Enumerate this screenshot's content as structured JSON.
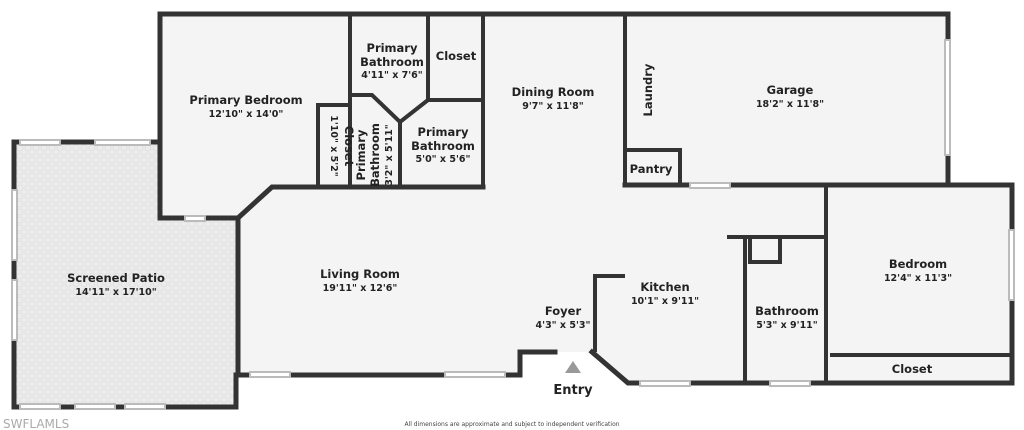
{
  "rooms": {
    "primary_bedroom": {
      "name": "Primary Bedroom",
      "dims": "12'10\" x 14'0\""
    },
    "primary_bathroom_1": {
      "name": "Primary Bathroom",
      "dims": "4'11\" x 7'6\""
    },
    "closet_top": {
      "name": "Closet"
    },
    "closet_small": {
      "name": "Closet",
      "dims": "1'10\" x 5'2\""
    },
    "primary_bathroom_2": {
      "name": "Primary Bathroom",
      "dims": "3'2\" x 5'11\""
    },
    "primary_bathroom_3": {
      "name": "Primary Bathroom",
      "dims": "5'0\" x 5'6\""
    },
    "dining_room": {
      "name": "Dining Room",
      "dims": "9'7\" x 11'8\""
    },
    "laundry": {
      "name": "Laundry"
    },
    "garage": {
      "name": "Garage",
      "dims": "18'2\" x 11'8\""
    },
    "pantry": {
      "name": "Pantry"
    },
    "screened_patio": {
      "name": "Screened Patio",
      "dims": "14'11\" x 17'10\""
    },
    "living_room": {
      "name": "Living Room",
      "dims": "19'11\" x 12'6\""
    },
    "foyer": {
      "name": "Foyer",
      "dims": "4'3\" x 5'3\""
    },
    "kitchen": {
      "name": "Kitchen",
      "dims": "10'1\" x 9'11\""
    },
    "bathroom": {
      "name": "Bathroom",
      "dims": "5'3\" x 9'11\""
    },
    "bedroom": {
      "name": "Bedroom",
      "dims": "12'4\" x 11'3\""
    },
    "closet_bedroom": {
      "name": "Closet"
    }
  },
  "entry_label": "Entry",
  "disclaimer": "All dimensions are approximate and subject to independent verification",
  "watermark": "SWFLAMLS",
  "colors": {
    "wall": "#333333",
    "floor": "#f4f4f4",
    "patio": "#e8e8e8"
  }
}
